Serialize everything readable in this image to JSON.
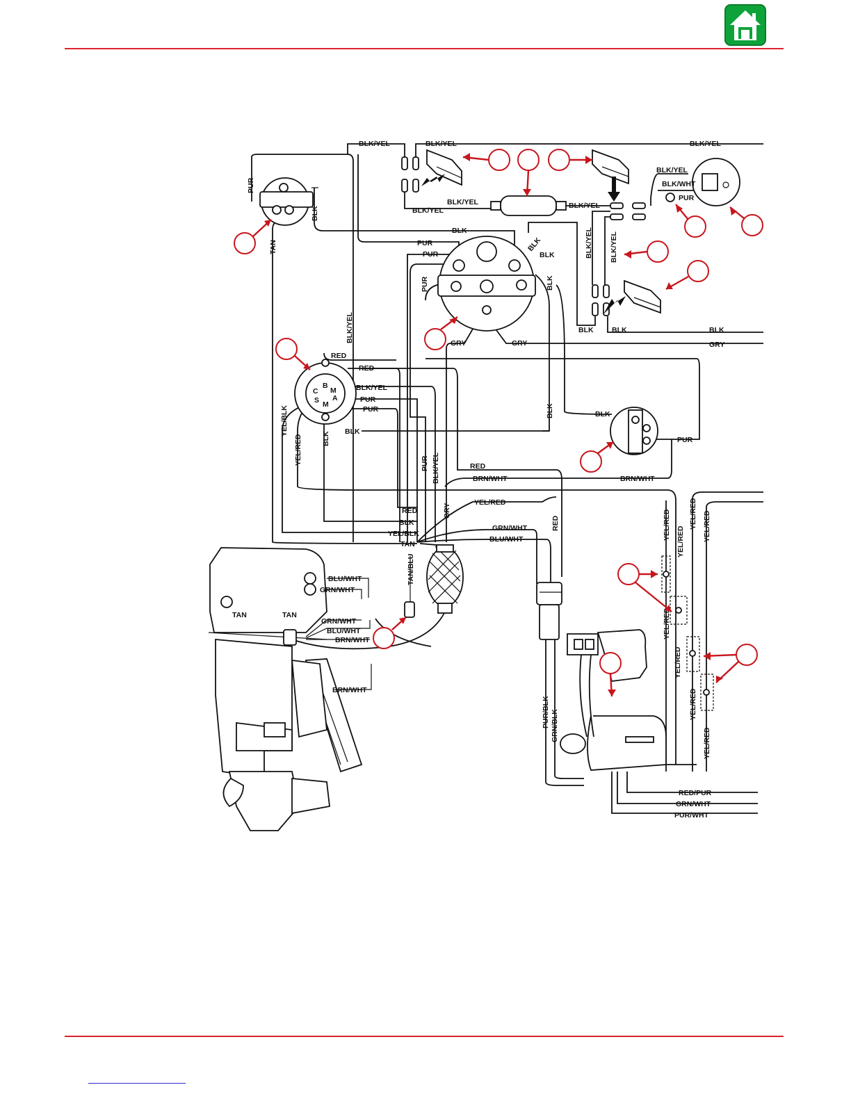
{
  "header": {
    "home_icon": "home-icon",
    "accent_color": "#d9232e",
    "home_color": "#0ea33a"
  },
  "wire_labels": {
    "blk_yel": "BLK/YEL",
    "blk_wht": "BLK/WHT",
    "pur": "PUR",
    "blk": "BLK",
    "tan": "TAN",
    "red": "RED",
    "gry": "GRY",
    "yel_blk": "YEL/BLK",
    "yel_red": "YEL/RED",
    "brn_wht": "BRN/WHT",
    "grn_wht": "GRN/WHT",
    "blu_wht": "BLU/WHT",
    "tan_blu": "TAN/BLU",
    "pur_blk": "PUR/BLK",
    "grn_blk": "GRN/BLK",
    "red_pur": "RED/PUR",
    "pur_wht": "PUR/WHT"
  },
  "terminal_letters": {
    "b": "B",
    "c": "C",
    "s": "S",
    "m": "M",
    "a": "A"
  },
  "callout_color": "#c8161d"
}
